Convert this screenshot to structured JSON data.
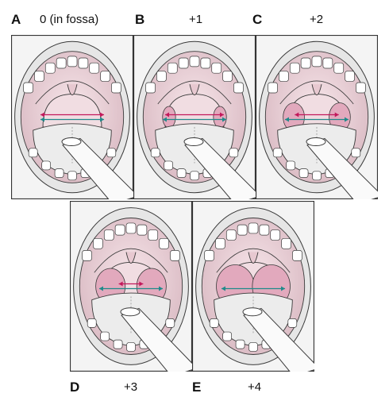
{
  "panels": [
    {
      "letter": "A",
      "grade": "0 (in fossa)",
      "tonsil_size": 0,
      "show_red_arrow": true
    },
    {
      "letter": "B",
      "grade": "+1",
      "tonsil_size": 1,
      "show_red_arrow": true
    },
    {
      "letter": "C",
      "grade": "+2",
      "tonsil_size": 2,
      "show_red_arrow": true
    },
    {
      "letter": "D",
      "grade": "+3",
      "tonsil_size": 3,
      "show_red_arrow": true
    },
    {
      "letter": "E",
      "grade": "+4",
      "tonsil_size": 4,
      "show_red_arrow": false
    }
  ],
  "colors": {
    "frame": "#333333",
    "red_arrow": "#c2185b",
    "teal_arrow": "#1f8a8a",
    "tonsil": "#e2a9bd",
    "tissue": "#f1dde2",
    "line": "#3a3a3a"
  }
}
